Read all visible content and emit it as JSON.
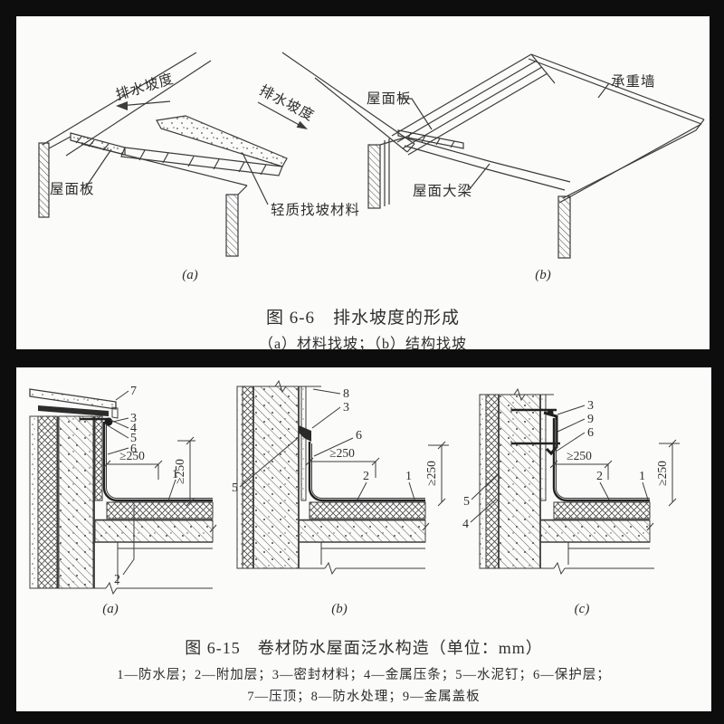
{
  "colors": {
    "background": "#0d0d0d",
    "paper": "#fbfbfa",
    "line": "#3c3c3c"
  },
  "figure_6_6": {
    "drawing_a": {
      "tag": "(a)",
      "slope_label_left": "排水坡度",
      "slope_label_right": "排水坡度",
      "label_roof_panel": "屋面板",
      "label_lightweight_fill": "轻质找坡材料"
    },
    "drawing_b": {
      "tag": "(b)",
      "label_roof_panel": "屋面板",
      "label_bearing_wall": "承重墙",
      "label_roof_girder": "屋面大梁"
    },
    "caption": "图 6-6　排水坡度的形成",
    "subcaption": "（a）材料找坡；（b）结构找坡"
  },
  "figure_6_15": {
    "caption": "图 6-15　卷材防水屋面泛水构造（单位：mm）",
    "legend_line_1": "1—防水层；2—附加层；3—密封材料；4—金属压条；5—水泥钉；6—保护层；",
    "legend_line_2": "7—压顶；8—防水处理；9—金属盖板",
    "detail_a": {
      "tag": "(a)",
      "callout_7": "7",
      "callout_3": "3",
      "callout_4": "4",
      "callout_5": "5",
      "callout_6": "6",
      "callout_1": "1",
      "callout_2": "2",
      "dim_h": "≥250",
      "dim_v": "≥250"
    },
    "detail_b": {
      "tag": "(b)",
      "callout_8": "8",
      "callout_3": "3",
      "callout_6": "6",
      "callout_5": "5",
      "callout_2": "2",
      "callout_1": "1",
      "dim_h": "≥250",
      "dim_v": "≥250"
    },
    "detail_c": {
      "tag": "(c)",
      "callout_3": "3",
      "callout_9": "9",
      "callout_6": "6",
      "callout_5": "5",
      "callout_4": "4",
      "callout_2": "2",
      "callout_1": "1",
      "dim_h": "≥250",
      "dim_v": "≥250"
    }
  }
}
